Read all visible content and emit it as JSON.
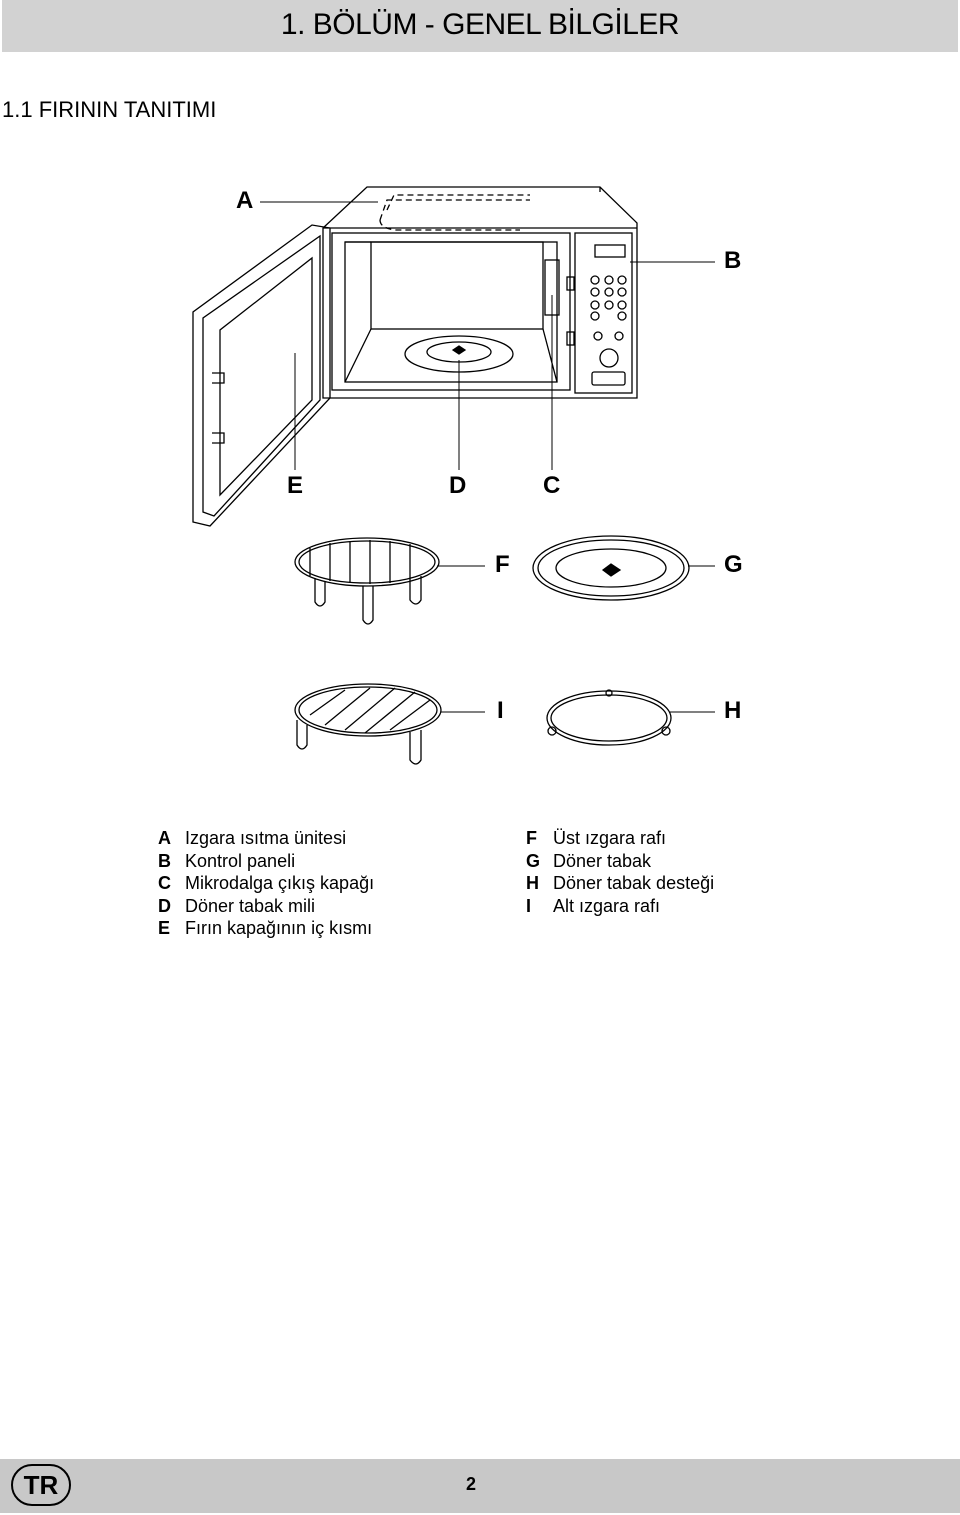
{
  "header": {
    "title": "1. BÖLÜM - GENEL BİLGİLER"
  },
  "section": {
    "title": "1.1 FIRININ TANITIMI"
  },
  "figure": {
    "callouts": [
      "A",
      "B",
      "C",
      "D",
      "E",
      "F",
      "G",
      "H",
      "I"
    ]
  },
  "legend": {
    "left": [
      {
        "letter": "A",
        "text": "Izgara ısıtma ünitesi"
      },
      {
        "letter": "B",
        "text": "Kontrol paneli"
      },
      {
        "letter": "C",
        "text": "Mikrodalga çıkış kapağı"
      },
      {
        "letter": "D",
        "text": "Döner tabak mili"
      },
      {
        "letter": "E",
        "text": "Fırın kapağının iç kısmı"
      }
    ],
    "right": [
      {
        "letter": "F",
        "text": "Üst ızgara rafı"
      },
      {
        "letter": "G",
        "text": "Döner tabak"
      },
      {
        "letter": "H",
        "text": "Döner tabak desteği"
      },
      {
        "letter": "I",
        "text": "Alt ızgara rafı"
      }
    ]
  },
  "footer": {
    "language": "TR",
    "page_number": "2"
  }
}
